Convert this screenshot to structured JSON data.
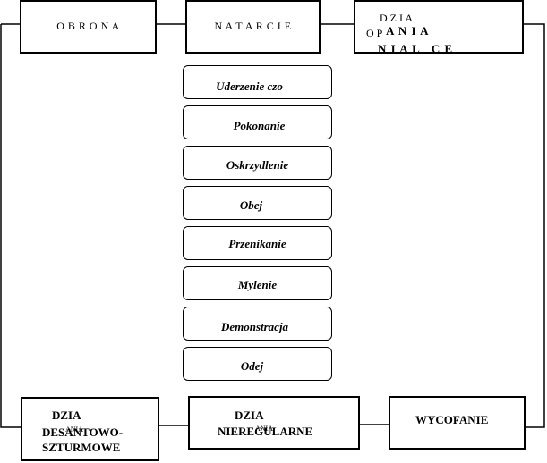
{
  "top_boxes": {
    "defense": "O B R O N A",
    "attack": "N A T A R C I E",
    "special": {
      "line1": "D Z I A",
      "line2a": "O P",
      "line2b": "A N I A",
      "line3": "N I A L   C E"
    }
  },
  "steps": [
    "Uderzenie czo",
    "Pokonanie",
    "Oskrzydlenie",
    "Obej",
    "Przenikanie",
    "Mylenie",
    "Demonstracja",
    "Odej"
  ],
  "bottom_boxes": {
    "airborne": {
      "line1": "DZIA",
      "line2": "DESANTOWO-",
      "line3": "SZTURMOWE",
      "overlay": "ANIA"
    },
    "irregular": {
      "line1": "DZIA",
      "line2": "NIEREGULARNE",
      "overlay": "ANIA"
    },
    "withdrawal": {
      "line1": "WYCOFANIE"
    }
  }
}
